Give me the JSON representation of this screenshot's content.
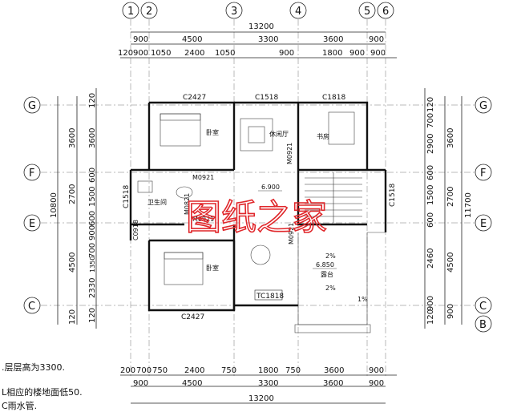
{
  "axes_top": [
    "1",
    "2",
    "3",
    "4",
    "5",
    "6"
  ],
  "axes_side": [
    "G",
    "F",
    "E",
    "C",
    "B"
  ],
  "dims_top": {
    "total": "13200",
    "row1": [
      "900",
      "4500",
      "3300",
      "3600",
      "900"
    ],
    "row2": [
      "120",
      "900",
      "1050",
      "2400",
      "1050",
      "900",
      "1800",
      "900",
      "900"
    ]
  },
  "dims_bottom": {
    "row1": [
      "200",
      "700",
      "750",
      "2400",
      "750",
      "1800",
      "750",
      "3600",
      "900"
    ],
    "row2": [
      "900",
      "4500",
      "3300",
      "3600",
      "900"
    ],
    "total": "13200"
  },
  "dims_left": {
    "total": "10800",
    "outer": [
      "3600",
      "2700",
      "4500",
      "120"
    ],
    "inner": [
      "120",
      "3600",
      "600",
      "1500",
      "600",
      "900",
      "700",
      "1350",
      "2330",
      "120"
    ]
  },
  "dims_right": {
    "total": "11700",
    "outer": [
      "3600",
      "2700",
      "4500",
      "900"
    ],
    "inner": [
      "120",
      "700",
      "2900",
      "600",
      "1500",
      "600",
      "2460",
      "900",
      "120"
    ]
  },
  "windows": [
    "C2427",
    "C1518",
    "C1818",
    "C1518",
    "C1518",
    "TC1818",
    "C2427"
  ],
  "doors": [
    "M0921",
    "M0921",
    "M0921",
    "M0921",
    "M0821",
    "C0918"
  ],
  "rooms": [
    "卧室",
    "休闲厅",
    "书房",
    "卫生间",
    "卧室",
    "露台"
  ],
  "elevations": [
    "6.900",
    "6.850"
  ],
  "slopes": [
    "2%",
    "2%",
    "1%"
  ],
  "watermark": "图纸之家",
  "notes": [
    ".层层高为3300.",
    "L相应的楼地面低50.",
    "C雨水管."
  ]
}
